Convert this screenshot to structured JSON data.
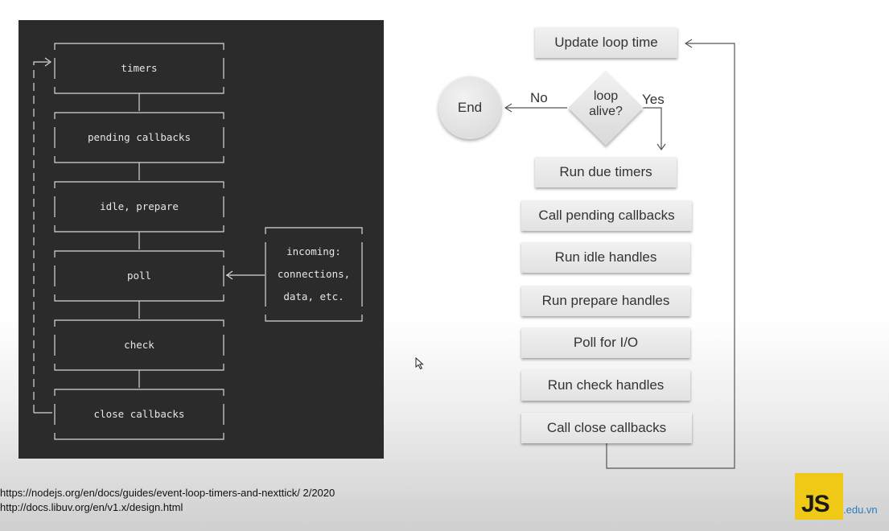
{
  "event_loop_phases": {
    "phases": [
      "timers",
      "pending callbacks",
      "idle, prepare",
      "poll",
      "check",
      "close callbacks"
    ],
    "incoming": [
      "incoming:",
      "connections,",
      "data, etc."
    ]
  },
  "flowchart": {
    "update": "Update loop time",
    "decision": [
      "loop",
      "alive?"
    ],
    "no_label": "No",
    "yes_label": "Yes",
    "end": "End",
    "steps": [
      "Run due timers",
      "Call pending callbacks",
      "Run idle handles",
      "Run prepare handles",
      "Poll for I/O",
      "Run check handles",
      "Call close callbacks"
    ]
  },
  "references": [
    "https://nodejs.org/en/docs/guides/event-loop-timers-and-nexttick/ 2/2020",
    "http://docs.libuv.org/en/v1.x/design.html"
  ],
  "logo": {
    "mark": "JS",
    "domain": ".edu.vn",
    "accent": "#f0c916"
  }
}
